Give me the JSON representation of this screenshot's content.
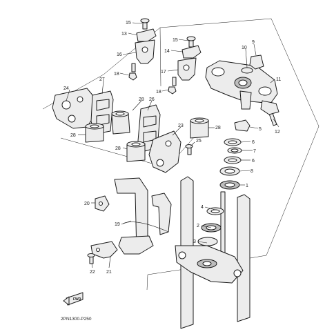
{
  "diagram": {
    "code": "2PN1300-P250",
    "front_marker": "FWD",
    "callouts": [
      "1",
      "2",
      "3",
      "4",
      "5",
      "6",
      "7",
      "8",
      "9",
      "10",
      "11",
      "12",
      "13",
      "14",
      "15",
      "16",
      "17",
      "18",
      "19",
      "20",
      "21",
      "22",
      "23",
      "24",
      "25",
      "26",
      "27",
      "28"
    ]
  }
}
